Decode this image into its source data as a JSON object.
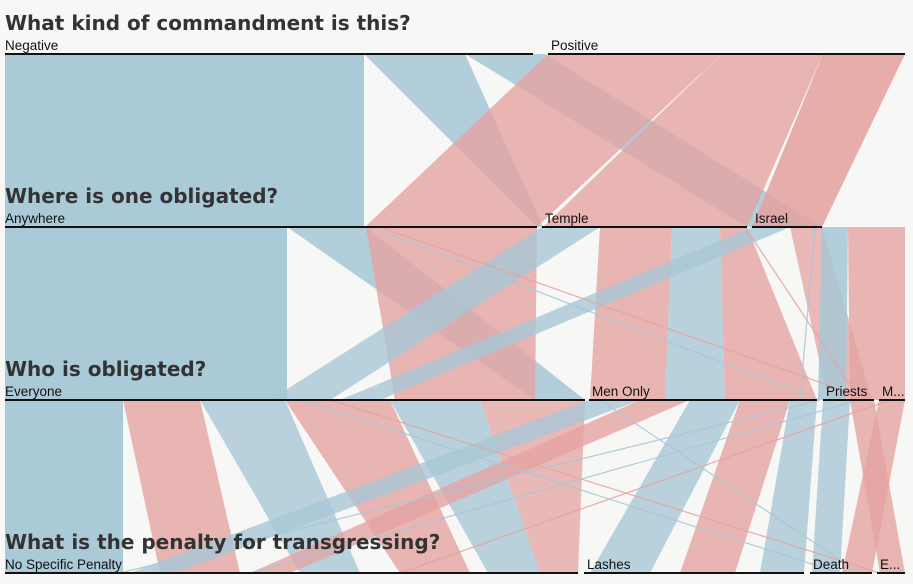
{
  "chart_data": {
    "type": "parallel-sets",
    "colors": {
      "negative": "#a7c7d6",
      "positive": "#e3a4a2"
    },
    "dimensions": [
      {
        "title": "What kind of commandment is this?",
        "categories": [
          "Negative",
          "Positive"
        ]
      },
      {
        "title": "Where is one obligated?",
        "categories": [
          "Anywhere",
          "Temple",
          "Israel"
        ]
      },
      {
        "title": "Who is obligated?",
        "categories": [
          "Everyone",
          "Men Only",
          "Priests",
          "M..."
        ]
      },
      {
        "title": "What is the penalty for transgressing?",
        "categories": [
          "No Specific Penalty",
          "Lashes",
          "Death",
          "E..."
        ]
      }
    ]
  }
}
